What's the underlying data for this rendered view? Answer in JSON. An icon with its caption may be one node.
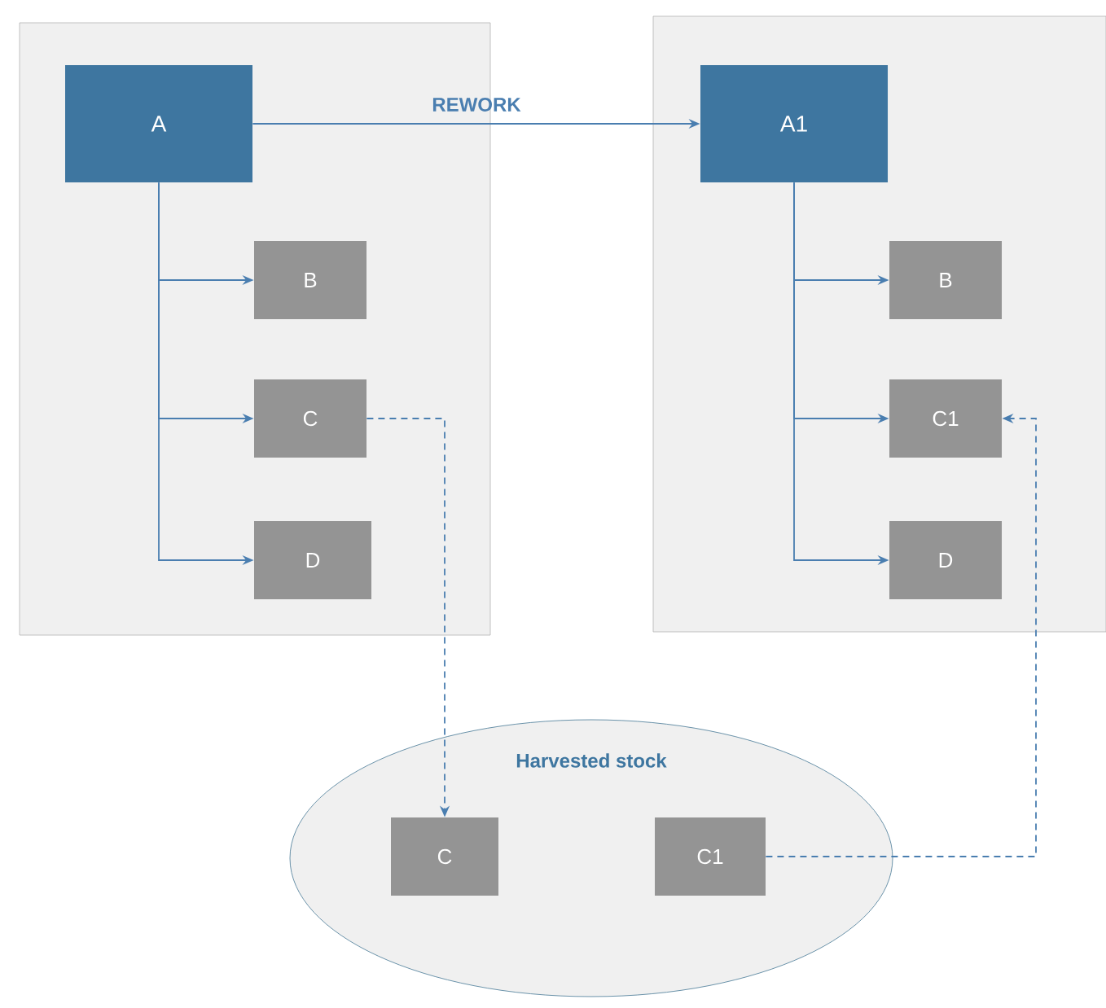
{
  "diagram": {
    "nodes": [
      {
        "text": [],
        "shape": "box"
      },
      {
        "text": [
          "A"
        ],
        "in": 0
      },
      {
        "text": [
          "B"
        ],
        "in": 0
      },
      {
        "text": [
          "C"
        ],
        "in": 0
      },
      {
        "text": [
          "D"
        ],
        "in": 0
      },
      {
        "text": [],
        "shape": "box"
      },
      {
        "text": [
          "A1"
        ],
        "in": 5
      },
      {
        "text": [
          "B"
        ],
        "in": 5
      },
      {
        "text": [
          "C1"
        ],
        "in": 5
      },
      {
        "text": [
          "D"
        ],
        "in": 5
      },
      {
        "text": [
          "Harvested stock"
        ]
      },
      {
        "text": [
          "C"
        ],
        "in": 10
      },
      {
        "text": [
          "C1"
        ],
        "in": 10
      }
    ],
    "edges": [
      {
        "from": 1,
        "to": 6,
        "arrow": "to",
        "label": "REWORK"
      },
      {
        "from": 1,
        "to": 2,
        "arrow": "to"
      },
      {
        "from": 1,
        "to": 3,
        "arrow": "to"
      },
      {
        "from": 1,
        "to": 4,
        "arrow": "to"
      },
      {
        "from": 6,
        "to": 7,
        "arrow": "to"
      },
      {
        "from": 6,
        "to": 8,
        "arrow": "to"
      },
      {
        "from": 6,
        "to": 9,
        "arrow": "to"
      },
      {
        "from": 3,
        "to": 11,
        "arrow": "to",
        "style": "dashed"
      },
      {
        "from": 12,
        "to": 8,
        "arrow": "to",
        "style": "dashed"
      }
    ]
  }
}
